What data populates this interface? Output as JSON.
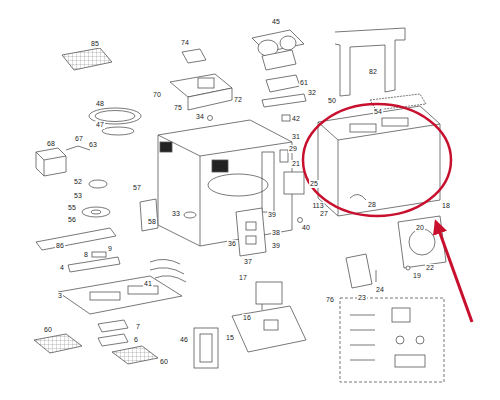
{
  "diagram": {
    "labels": [
      "85",
      "74",
      "45",
      "82",
      "48",
      "70",
      "75",
      "72",
      "61",
      "47",
      "32",
      "50",
      "54",
      "67",
      "63",
      "34",
      "42",
      "68",
      "31",
      "29",
      "21",
      "52",
      "57",
      "25",
      "53",
      "113",
      "27",
      "55",
      "56",
      "33",
      "58",
      "39",
      "28",
      "18",
      "20",
      "40",
      "86",
      "36",
      "38",
      "37",
      "39",
      "9",
      "8",
      "4",
      "41",
      "19",
      "23",
      "22",
      "24",
      "17",
      "3",
      "16",
      "7",
      "76",
      "46",
      "15",
      "6",
      "60",
      "60"
    ]
  }
}
